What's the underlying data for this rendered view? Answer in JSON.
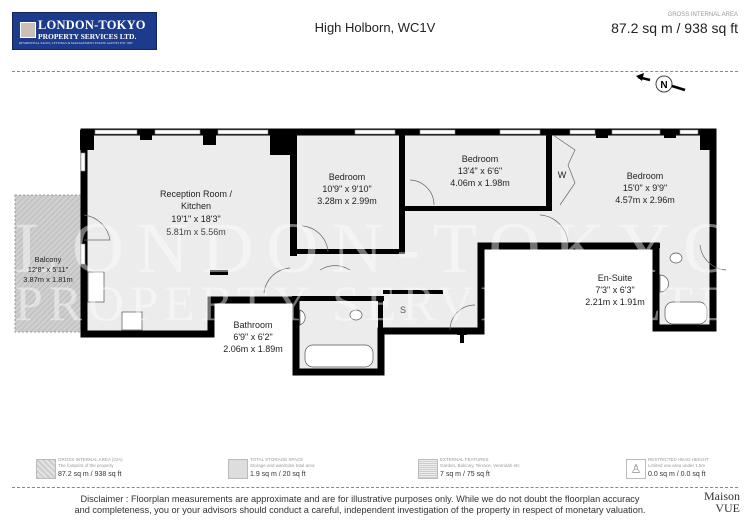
{
  "header": {
    "logo": {
      "line1": "LONDON-TOKYO",
      "line2": "PROPERTY SERVICES LTD.",
      "line3": "RESIDENTIAL SALES, LETTINGS & MANAGEMENT ESTATE AGENTS EST 1997"
    },
    "title": "High Holborn, WC1V",
    "gia_label": "GROSS INTERNAL AREA",
    "gia_value": "87.2 sq m / 938 sq ft"
  },
  "compass": {
    "label": "N"
  },
  "rooms": [
    {
      "name": "Reception Room /",
      "name2": "Kitchen",
      "imperial": "19'1\" x 18'3\"",
      "metric": "5.81m x 5.56m"
    },
    {
      "name": "Bedroom",
      "imperial": "10'9\" x 9'10\"",
      "metric": "3.28m x 2.99m"
    },
    {
      "name": "Bedroom",
      "imperial": "13'4\" x 6'6\"",
      "metric": "4.06m x 1.98m"
    },
    {
      "name": "Bedroom",
      "imperial": "15'0\" x 9'9\"",
      "metric": "4.57m x 2.96m"
    },
    {
      "name": "Balcony",
      "imperial": "12'8\" x 5'11\"",
      "metric": "3.87m x 1.81m"
    },
    {
      "name": "Bathroom",
      "imperial": "6'9\" x 6'2\"",
      "metric": "2.06m x 1.89m"
    },
    {
      "name": "En-Suite",
      "imperial": "7'3\" x 6'3\"",
      "metric": "2.21m x 1.91m"
    }
  ],
  "markers": {
    "wardrobe": "W",
    "storage": "S"
  },
  "watermark": {
    "line1": "LONDON-TOKYO",
    "line2": "PROPERTY SERVICES LTD"
  },
  "legend": [
    {
      "title": "GROSS INTERNAL AREA (GIA)",
      "desc": "The footprint of the property",
      "value": "87.2 sq m / 938 sq ft"
    },
    {
      "title": "TOTAL STORAGE SPACE",
      "desc": "Storage and wardrobe total area",
      "value": "1.9 sq m / 20 sq ft"
    },
    {
      "title": "EXTERNAL FEATURES",
      "desc": "Garden, Balcony, Terrace, Verandah etc",
      "value": "7 sq m / 75 sq ft"
    },
    {
      "title": "RESTRICTED HEAD HEIGHT",
      "desc": "Limited use area under 1.5m",
      "value": "0.0 sq m / 0.0 sq ft"
    }
  ],
  "footer": {
    "disclaimer1": "Disclaimer : Floorplan measurements are approximate and are for illustrative purposes only. While we do not doubt the floorplan accuracy",
    "disclaimer2": "and completeness, you or your advisors should conduct a careful, independent investigation of the property in respect of monetary valuation.",
    "brand1": "Maison",
    "brand2": "VUE"
  }
}
